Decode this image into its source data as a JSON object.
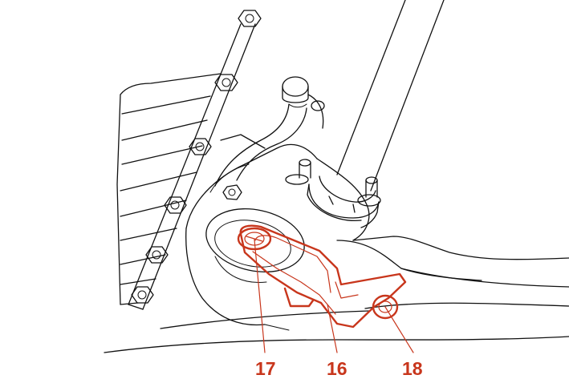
{
  "colors": {
    "line": "#111111",
    "highlight": "#c8361c",
    "background": "#ffffff"
  },
  "callouts": [
    {
      "id": "17",
      "label": "17"
    },
    {
      "id": "16",
      "label": "16"
    },
    {
      "id": "18",
      "label": "18"
    }
  ]
}
